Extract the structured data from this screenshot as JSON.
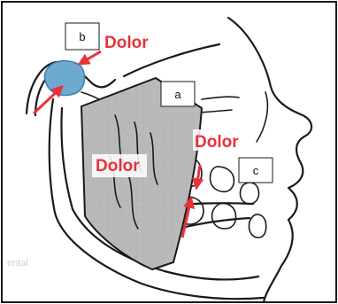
{
  "labels": {
    "a": "a",
    "b": "b",
    "c": "c"
  },
  "annotations": {
    "pain_joint": "Dolor",
    "pain_muscle": "Dolor",
    "pain_teeth": "Dolor"
  },
  "watermark": "ental",
  "colors": {
    "pain_text": "#e8323a",
    "arrow": "#e8323a",
    "muscle_fill": "#b9b9b9",
    "disc_fill": "#6ea9cf",
    "frame": "#1a1a1a"
  }
}
